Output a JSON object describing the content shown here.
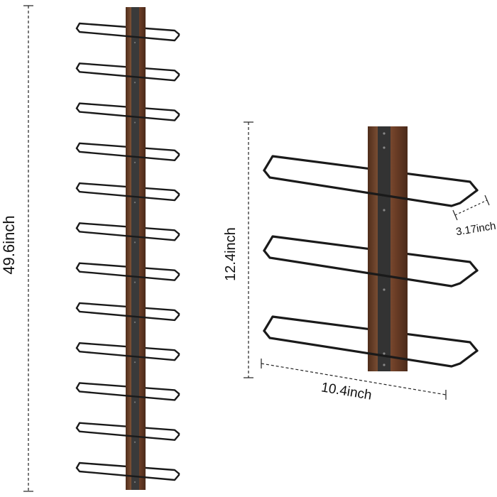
{
  "dimensions": {
    "total_height": "49.6inch",
    "section_height": "12.4inch",
    "section_width": "10.4inch",
    "depth": "3.17inch"
  },
  "rack": {
    "tall_rack_tiers": 12,
    "short_rack_tiers": 3
  },
  "colors": {
    "wood_dark": "#4a2a1a",
    "wood_mid": "#6b3d26",
    "wood_light": "#8a5a3c",
    "metal_strip": "#3a3a3a",
    "wire": "#1a1a1a",
    "dimension_line": "#222222"
  }
}
